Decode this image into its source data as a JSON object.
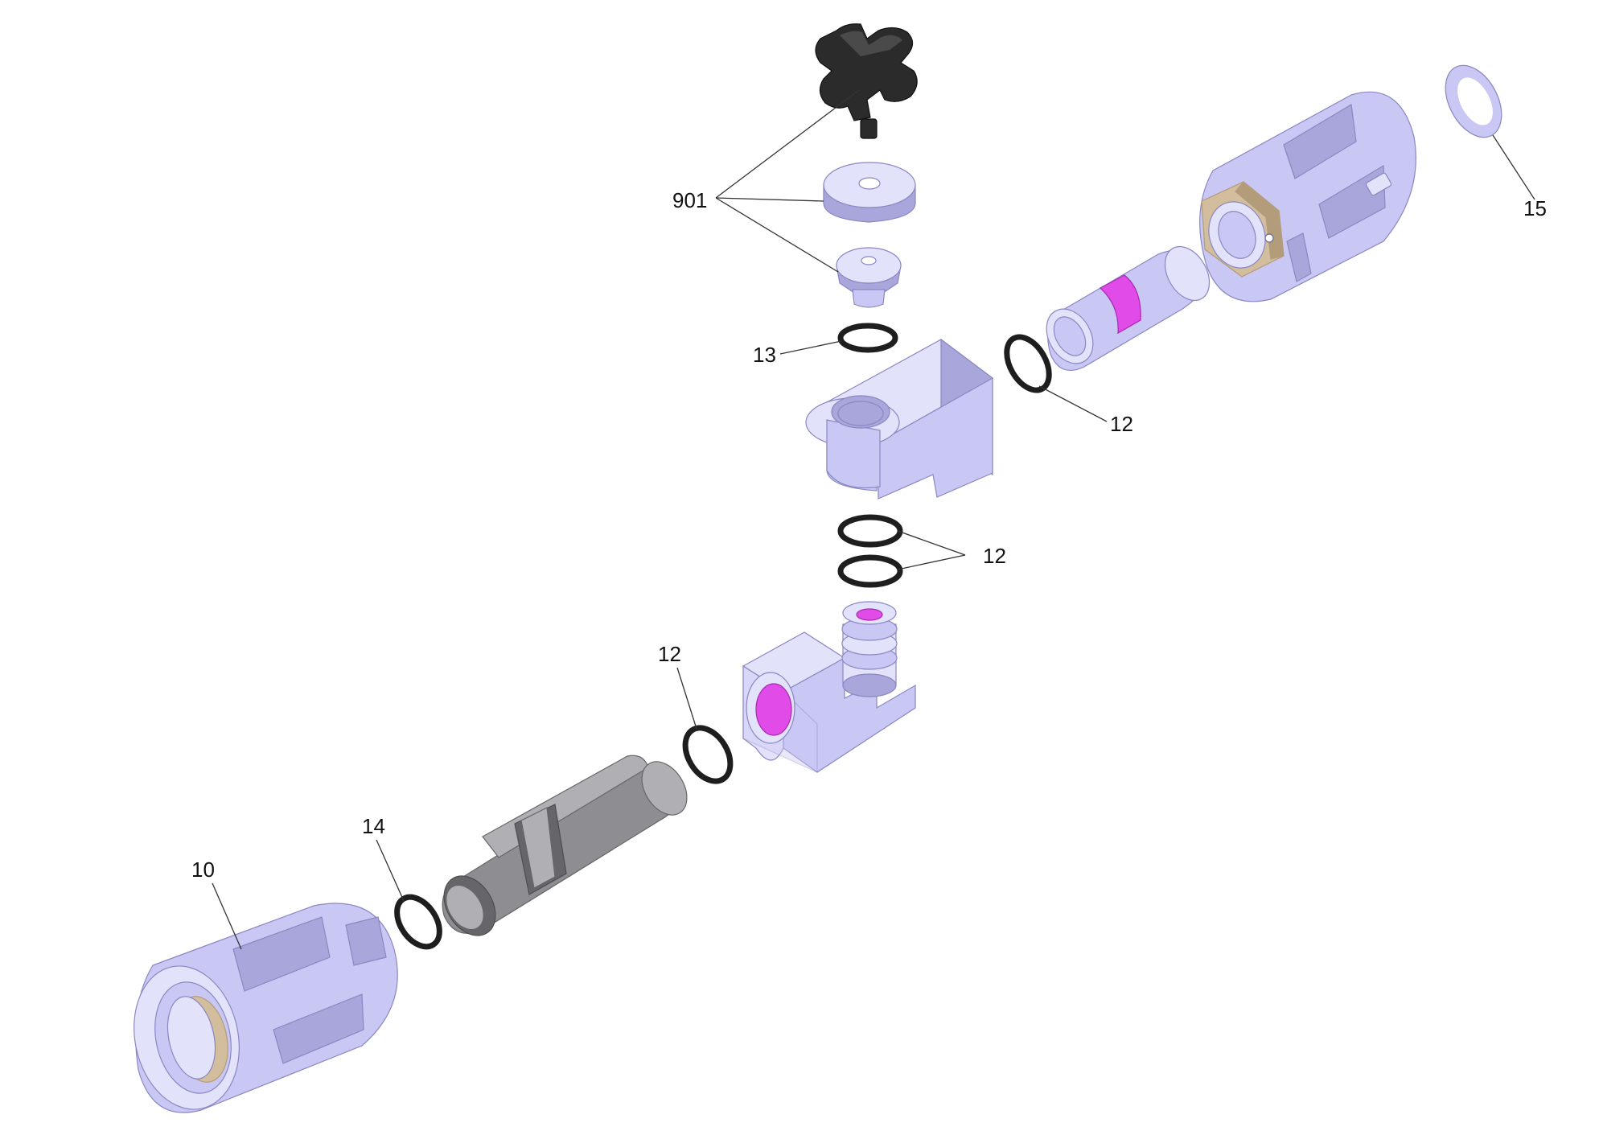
{
  "colors": {
    "part_body": "#c9c7f3",
    "part_light": "#e3e2fb",
    "part_shade": "#a9a6dc",
    "part_dark": "#8a87c2",
    "knob": "#2b2b2b",
    "knob_light": "#4a4a4a",
    "oring": "#1e1e1e",
    "accent_magenta": "#e14be8",
    "brass": "#d2bd9c",
    "brass_dark": "#b39c79",
    "steel": "#8e8e92",
    "steel_light": "#b0b0b4",
    "steel_dark": "#66666a"
  },
  "labels": {
    "item_901": "901",
    "item_15": "15",
    "item_13": "13",
    "item_12_upper": "12",
    "item_12_middle": "12",
    "item_12_lower": "12",
    "item_14": "14",
    "item_10": "10"
  }
}
